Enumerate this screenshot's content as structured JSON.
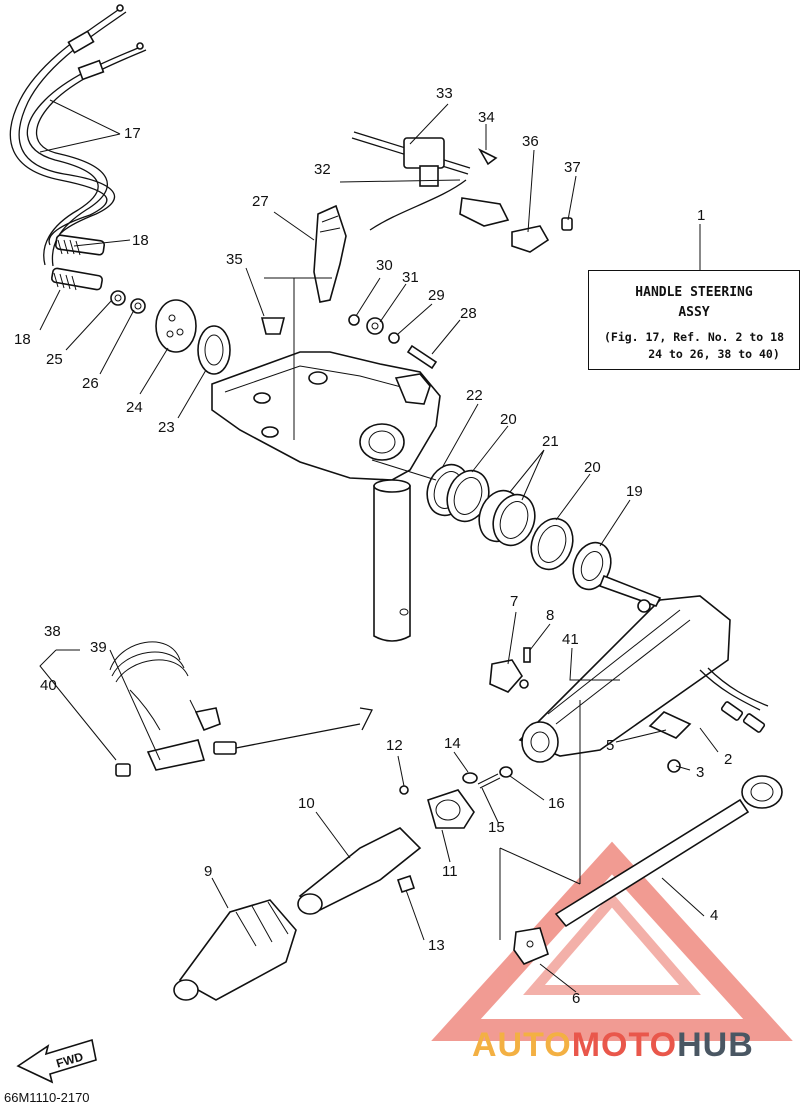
{
  "reference_box": {
    "title_line1": "HANDLE STEERING",
    "title_line2": "ASSY",
    "note_line1": "(Fig. 17, Ref. No. 2 to 18",
    "note_line2": "24 to 26, 38 to 40)"
  },
  "fwd_label": "FWD",
  "diagram_code": "66M1110-2170",
  "watermark": {
    "part1": "AUTO",
    "part2": "MOTO",
    "part3": "HUB",
    "color_orange": "#f3b043",
    "color_red": "#e9574b",
    "color_gray": "#4a5763"
  },
  "callouts": {
    "n1": "1",
    "n2": "2",
    "n3": "3",
    "n4": "4",
    "n5": "5",
    "n6": "6",
    "n7": "7",
    "n8": "8",
    "n9": "9",
    "n10": "10",
    "n11": "11",
    "n12": "12",
    "n13": "13",
    "n14": "14",
    "n15": "15",
    "n16": "16",
    "n17": "17",
    "n18a": "18",
    "n18b": "18",
    "n19": "19",
    "n20a": "20",
    "n20b": "20",
    "n21": "21",
    "n22": "22",
    "n23": "23",
    "n24": "24",
    "n25": "25",
    "n26": "26",
    "n27": "27",
    "n28": "28",
    "n29": "29",
    "n30": "30",
    "n31": "31",
    "n32": "32",
    "n33": "33",
    "n34": "34",
    "n35": "35",
    "n36": "36",
    "n37": "37",
    "n38": "38",
    "n39": "39",
    "n40": "40",
    "n41": "41"
  }
}
